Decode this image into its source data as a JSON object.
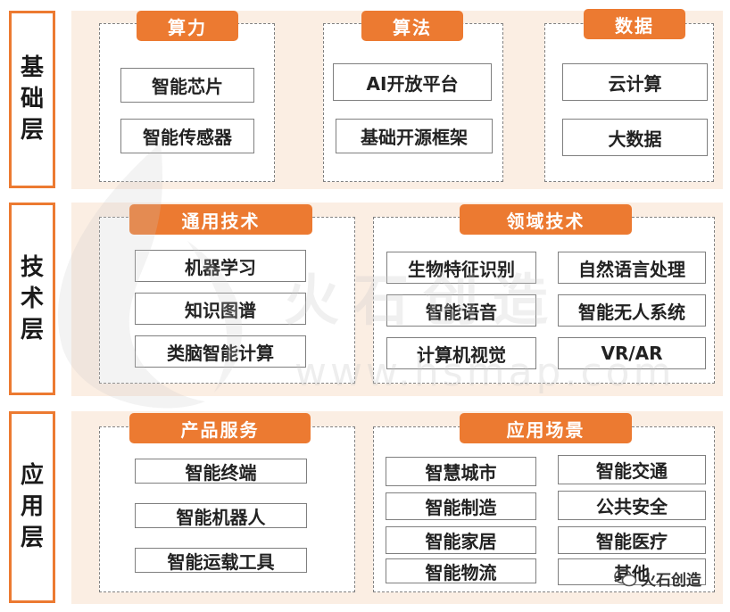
{
  "layers": [
    {
      "label": [
        "基",
        "础",
        "层"
      ],
      "groups": [
        {
          "title": "算力",
          "items": [
            "智能芯片",
            "智能传感器"
          ]
        },
        {
          "title": "算法",
          "items": [
            "AI开放平台",
            "基础开源框架"
          ]
        },
        {
          "title": "数据",
          "items": [
            "云计算",
            "大数据"
          ]
        }
      ]
    },
    {
      "label": [
        "技",
        "术",
        "层"
      ],
      "groups": [
        {
          "title": "通用技术",
          "items": [
            "机器学习",
            "知识图谱",
            "类脑智能计算"
          ]
        },
        {
          "title": "领域技术",
          "items": [
            "生物特征识别",
            "自然语言处理",
            "智能语音",
            "智能无人系统",
            "计算机视觉",
            "VR/AR"
          ]
        }
      ]
    },
    {
      "label": [
        "应",
        "用",
        "层"
      ],
      "groups": [
        {
          "title": "产品服务",
          "items": [
            "智能终端",
            "智能机器人",
            "智能运载工具"
          ]
        },
        {
          "title": "应用场景",
          "items": [
            "智慧城市",
            "智能交通",
            "智能制造",
            "公共安全",
            "智能家居",
            "智能医疗",
            "智能物流",
            "其他"
          ]
        }
      ]
    }
  ],
  "watermark": {
    "text": "火石创造",
    "url": "www.hsmap.com"
  },
  "footer": {
    "brand": "火石创造"
  },
  "colors": {
    "accent": "#ec7a31",
    "band": "#fbeee3",
    "border": "#7f7f7f"
  }
}
